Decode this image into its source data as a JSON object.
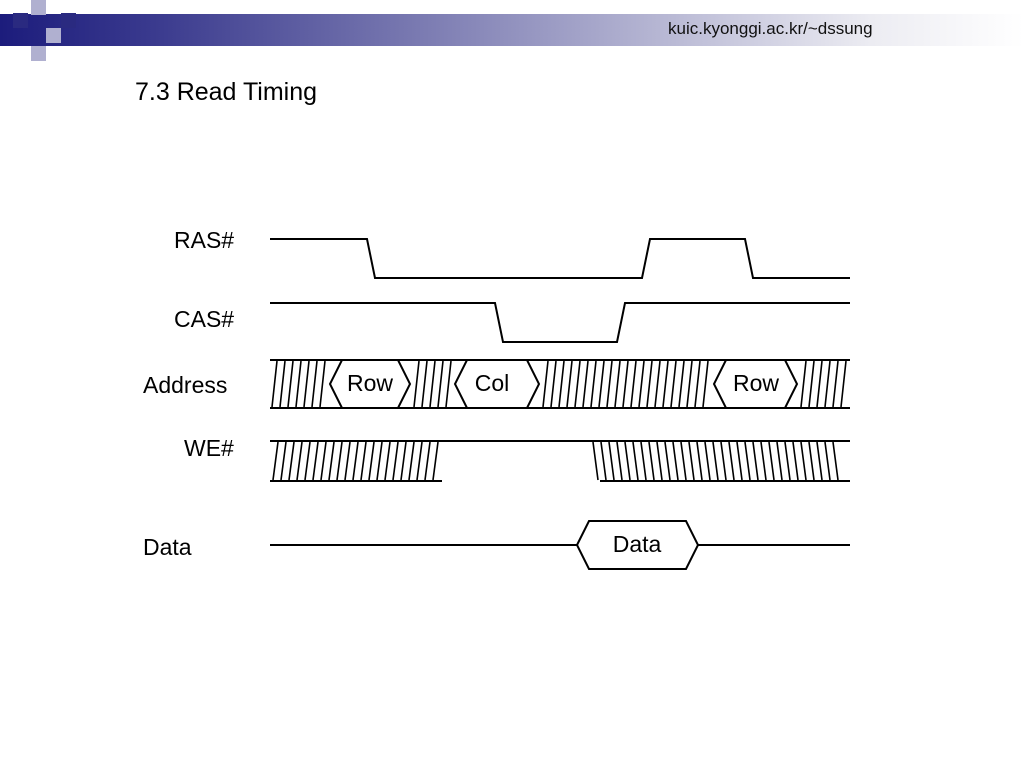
{
  "header": {
    "url": "kuic.kyonggi.ac.kr/~dssung"
  },
  "slide": {
    "title": "7.3 Read Timing"
  },
  "signals": {
    "ras": "RAS#",
    "cas": "CAS#",
    "address": "Address",
    "we": "WE#",
    "data": "Data"
  },
  "address_bus": [
    "Row",
    "Col",
    "Row"
  ],
  "data_bus": [
    "Data"
  ],
  "colors": {
    "header_dark": "#1c1c7c",
    "square_dark": "#2a2a80",
    "square_light": "#b0b0d0"
  }
}
